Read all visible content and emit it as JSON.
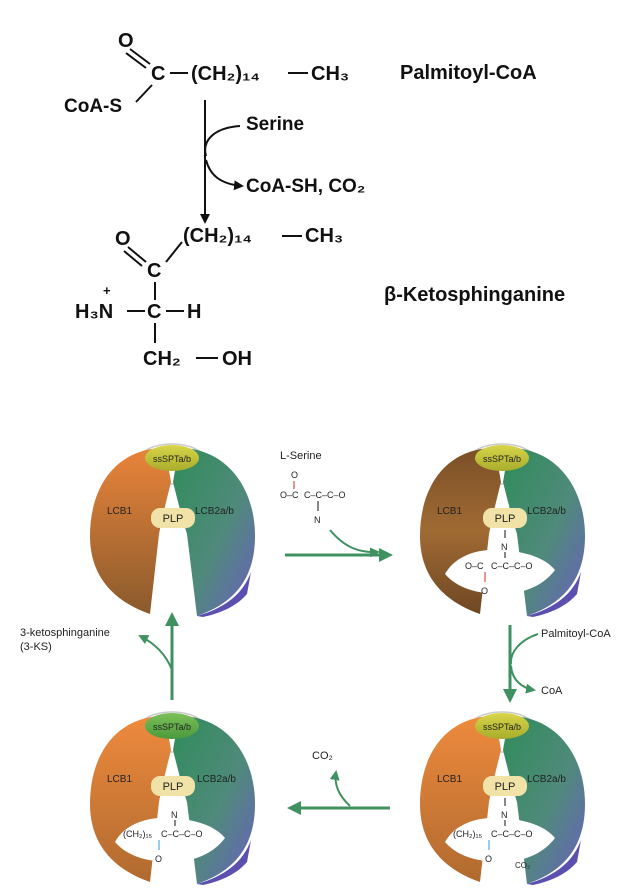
{
  "reaction": {
    "top_molecule": {
      "name": "Palmitoyl-CoA",
      "carbonyl_o": "O",
      "carbonyl_c": "C",
      "chain": "(CH₂)₁₄",
      "terminal": "CH₃",
      "thioester": "CoA-S"
    },
    "reagent": "Serine",
    "byproducts": "CoA-SH, CO₂",
    "bottom_molecule": {
      "name": "β-Ketosphinganine",
      "carbonyl_o": "O",
      "carbonyl_c": "C",
      "chain": "(CH₂)₁₄",
      "terminal": "CH₃",
      "amine": "H₃N",
      "charge": "+",
      "alpha_c": "C",
      "alpha_h": "H",
      "side": "CH₂",
      "hydroxyl": "OH"
    }
  },
  "cycle": {
    "enzyme": {
      "cap": "ssSPTa/b",
      "left": "LCB1",
      "right": "LCB2a/b",
      "cofactor": "PLP"
    },
    "serine_label": "L-Serine",
    "serine_backbone": "C–C–C–O",
    "serine_carboxyl": "O–C",
    "serine_carbonyl_o": "O",
    "serine_n": "N",
    "bound_backbone": "C–C–C–O",
    "bound_carboxyl": "O–C",
    "bound_o": "O",
    "bound_n": "N",
    "palmitoyl_label": "Palmitoyl-CoA",
    "coa_label": "CoA",
    "co2_label": "CO₂",
    "co2_small": "CO₂",
    "chain_label": "(CH₂)₁₅",
    "product_label_line1": "3-ketosphinganine",
    "product_label_line2": "(3-KS)",
    "colors": {
      "lcb1_orange": "#e07a35",
      "lcb1_brown": "#8a5a2c",
      "lcb2_green": "#3d8f63",
      "lcb2_purple": "#6b5fc0",
      "cap_yellow": "#c9c93a",
      "cap_green": "#5fb04b",
      "plp_beige": "#f1e3a8",
      "arrow_green": "#3f9160",
      "serine_red": "#d32a2a",
      "palmitoyl_blue": "#2f9ad8"
    }
  }
}
